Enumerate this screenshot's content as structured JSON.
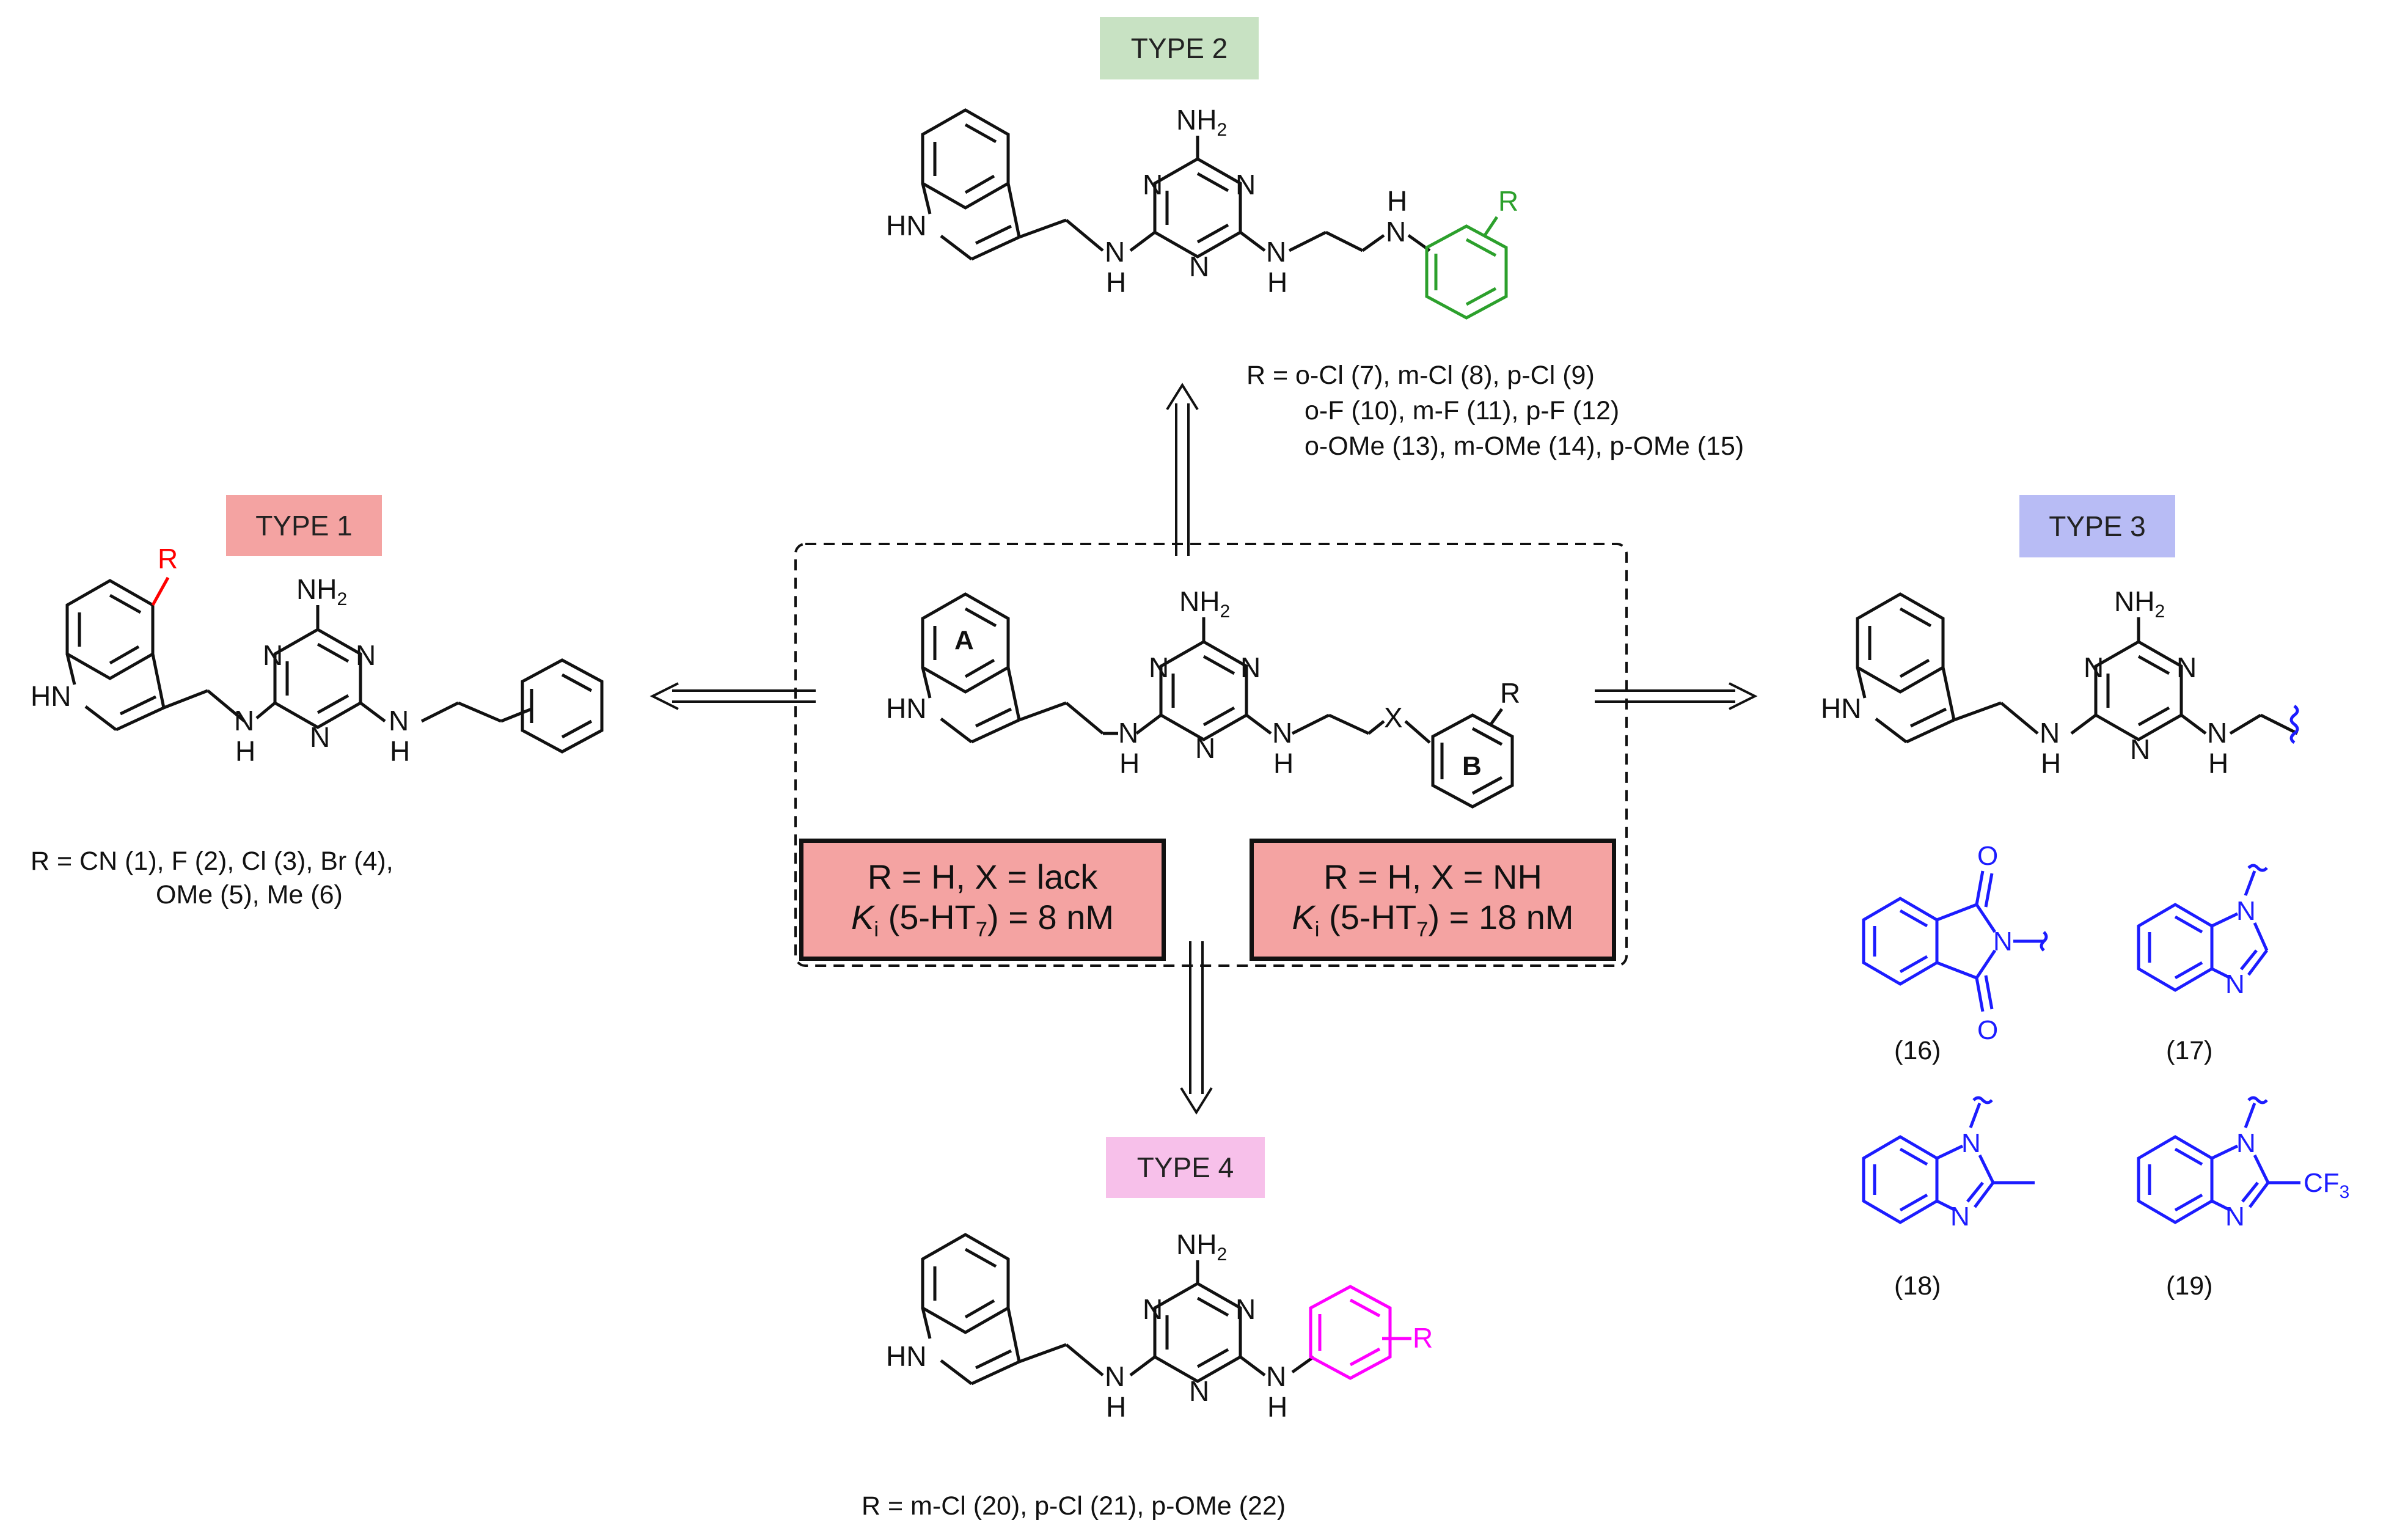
{
  "badges": {
    "type1": "TYPE 1",
    "type2": "TYPE 2",
    "type3": "TYPE 3",
    "type4": "TYPE 4"
  },
  "colors": {
    "type1_bg": "#f4a3a2",
    "type2_bg": "#c8e2c3",
    "type3_bg": "#b8bcf5",
    "type4_bg": "#f7c0ea",
    "red_substituent": "#ff0000",
    "green_ring": "#2ca02c",
    "blue_fragment": "#1c1cff",
    "magenta_ring": "#ff00ff",
    "ki_box_bg": "#f4a3a2"
  },
  "atoms": {
    "nh2": "NH",
    "nh2_sub": "2",
    "n": "N",
    "hn": "HN",
    "nh_n": "N",
    "nh_h": "H",
    "r": "R",
    "x": "X",
    "ring_a": "A",
    "ring_b": "B",
    "o": "O",
    "cf3": "CF",
    "cf3_sub": "3"
  },
  "ki_left": {
    "line1": "R = H, X = lack",
    "k": "K",
    "k_sub": "i",
    "line2_rest": " (5-HT",
    "ht_sub": "7",
    "line2_end": ") = 8 nM"
  },
  "ki_right": {
    "line1": "R = H, X = NH",
    "k": "K",
    "k_sub": "i",
    "line2_rest": " (5-HT",
    "ht_sub": "7",
    "line2_end": ") = 18 nM"
  },
  "type1_r": [
    "R = CN (1), F (2), Cl (3), Br (4),",
    "OMe (5), Me (6)"
  ],
  "type2_r": [
    "R = o-Cl (7), m-Cl (8), p-Cl (9)",
    "o-F (10), m-F (11), p-F (12)",
    "o-OMe (13), m-OMe (14), p-OMe (15)"
  ],
  "type4_r": "R = m-Cl (20), p-Cl (21),  p-OMe (22)",
  "compound_labels": {
    "c16": "(16)",
    "c17": "(17)",
    "c18": "(18)",
    "c19": "(19)"
  }
}
